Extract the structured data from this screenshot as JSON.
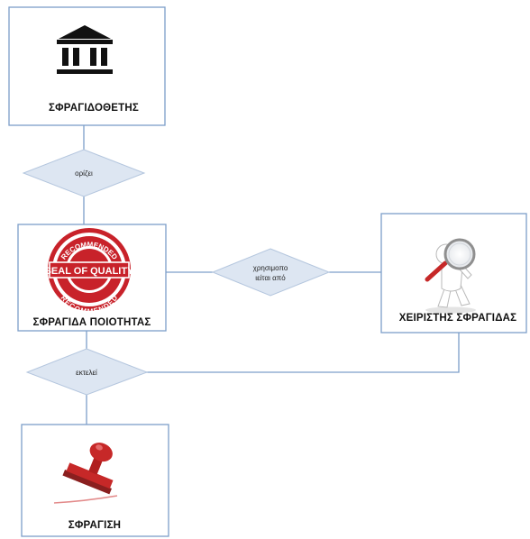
{
  "colors": {
    "connector": "#7d9fc9",
    "entity_border": "#7d9fc9",
    "diamond_fill": "#dde6f2",
    "diamond_border": "#b4c6de",
    "seal_red": "#c8222a",
    "stamp_red": "#c62828"
  },
  "entities": {
    "sealer": {
      "label": "ΣΦΡΑΓΙΔΟΘΕΤΗΣ",
      "icon": "courthouse-icon"
    },
    "seal": {
      "label": "ΣΦΡΑΓΙΔΑ ΠΟΙΟΤΗΤΑΣ",
      "icon": "quality-seal-icon",
      "seal_text": {
        "top": "RECOMMENDED",
        "middle": "SEAL OF QUALITY",
        "bottom": "RECOMMENDED"
      }
    },
    "operator": {
      "label": "ΧΕΙΡΙΣΤΗΣ ΣΦΡΑΓΙΔΑΣ",
      "icon": "magnifier-figure-icon"
    },
    "stamping": {
      "label": "ΣΦΡΑΓΙΣΗ",
      "icon": "rubber-stamp-icon"
    }
  },
  "relationships": {
    "defines": {
      "label": "ορίζει"
    },
    "used_by": {
      "line1": "χρησιμοπο",
      "line2": "ιείται από"
    },
    "executes": {
      "label": "εκτελεί"
    }
  }
}
